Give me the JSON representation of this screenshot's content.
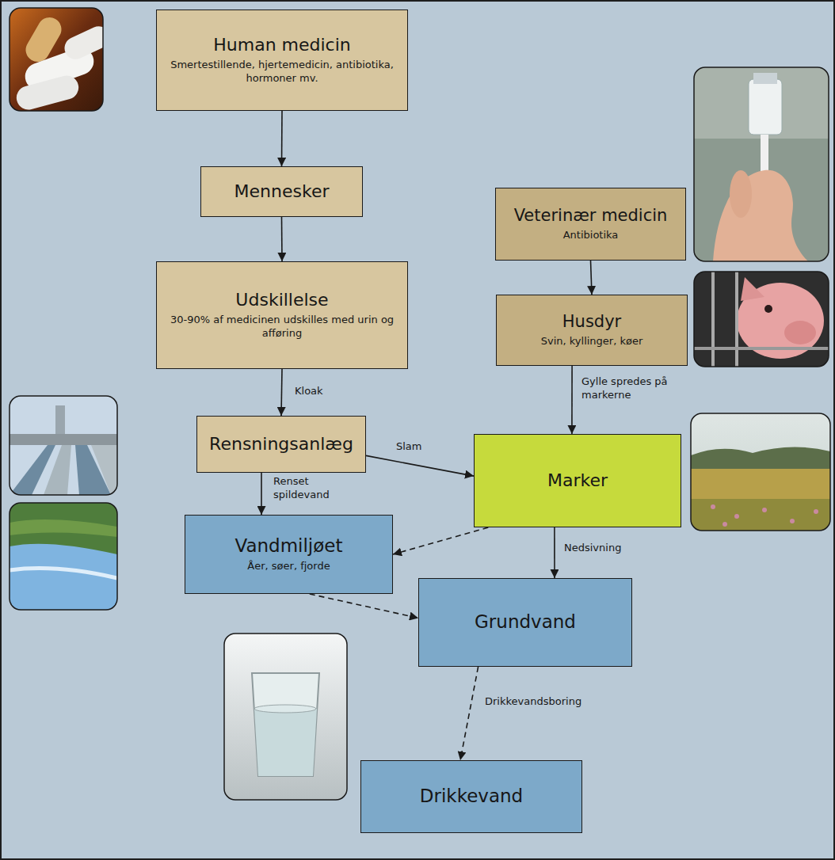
{
  "diagram": {
    "nodes": [
      {
        "text": [
          "Human medicin",
          "Smertestillende, hjertemedicin, antibiotika, hormoner mv."
        ]
      },
      {
        "text": [
          "Mennesker"
        ]
      },
      {
        "text": [
          "Veterinær medicin",
          "Antibiotika"
        ]
      },
      {
        "text": [
          "Udskillelse",
          "30-90% af medicinen udskilles med urin og afføring"
        ]
      },
      {
        "text": [
          "Husdyr",
          "Svin, kyllinger, køer"
        ]
      },
      {
        "text": [
          "Rensningsanlæg"
        ]
      },
      {
        "text": [
          "Marker"
        ]
      },
      {
        "text": [
          "Vandmiljøet",
          "Åer, søer, fjorde"
        ]
      },
      {
        "text": [
          "Grundvand"
        ]
      },
      {
        "text": [
          "Drikkevand"
        ]
      }
    ],
    "edges": [
      {
        "from": 0,
        "to": 1,
        "arrow": "to"
      },
      {
        "from": 1,
        "to": 3,
        "arrow": "to"
      },
      {
        "from": 2,
        "to": 4,
        "arrow": "to"
      },
      {
        "from": 3,
        "to": 5,
        "arrow": "to",
        "label": "Kloak"
      },
      {
        "from": 4,
        "to": 6,
        "arrow": "to",
        "label": "Gylle spredes på markerne"
      },
      {
        "from": 5,
        "to": 7,
        "arrow": "to",
        "label": "Renset spildevand"
      },
      {
        "from": 5,
        "to": 6,
        "arrow": "to",
        "label": "Slam"
      },
      {
        "from": 6,
        "to": 7,
        "arrow": "to"
      },
      {
        "from": 6,
        "to": 8,
        "arrow": "to",
        "label": "Nedsivning"
      },
      {
        "from": 7,
        "to": 8,
        "arrow": "to"
      },
      {
        "from": 8,
        "to": 9,
        "arrow": "to",
        "label": "Drikkevandsboring"
      }
    ]
  }
}
